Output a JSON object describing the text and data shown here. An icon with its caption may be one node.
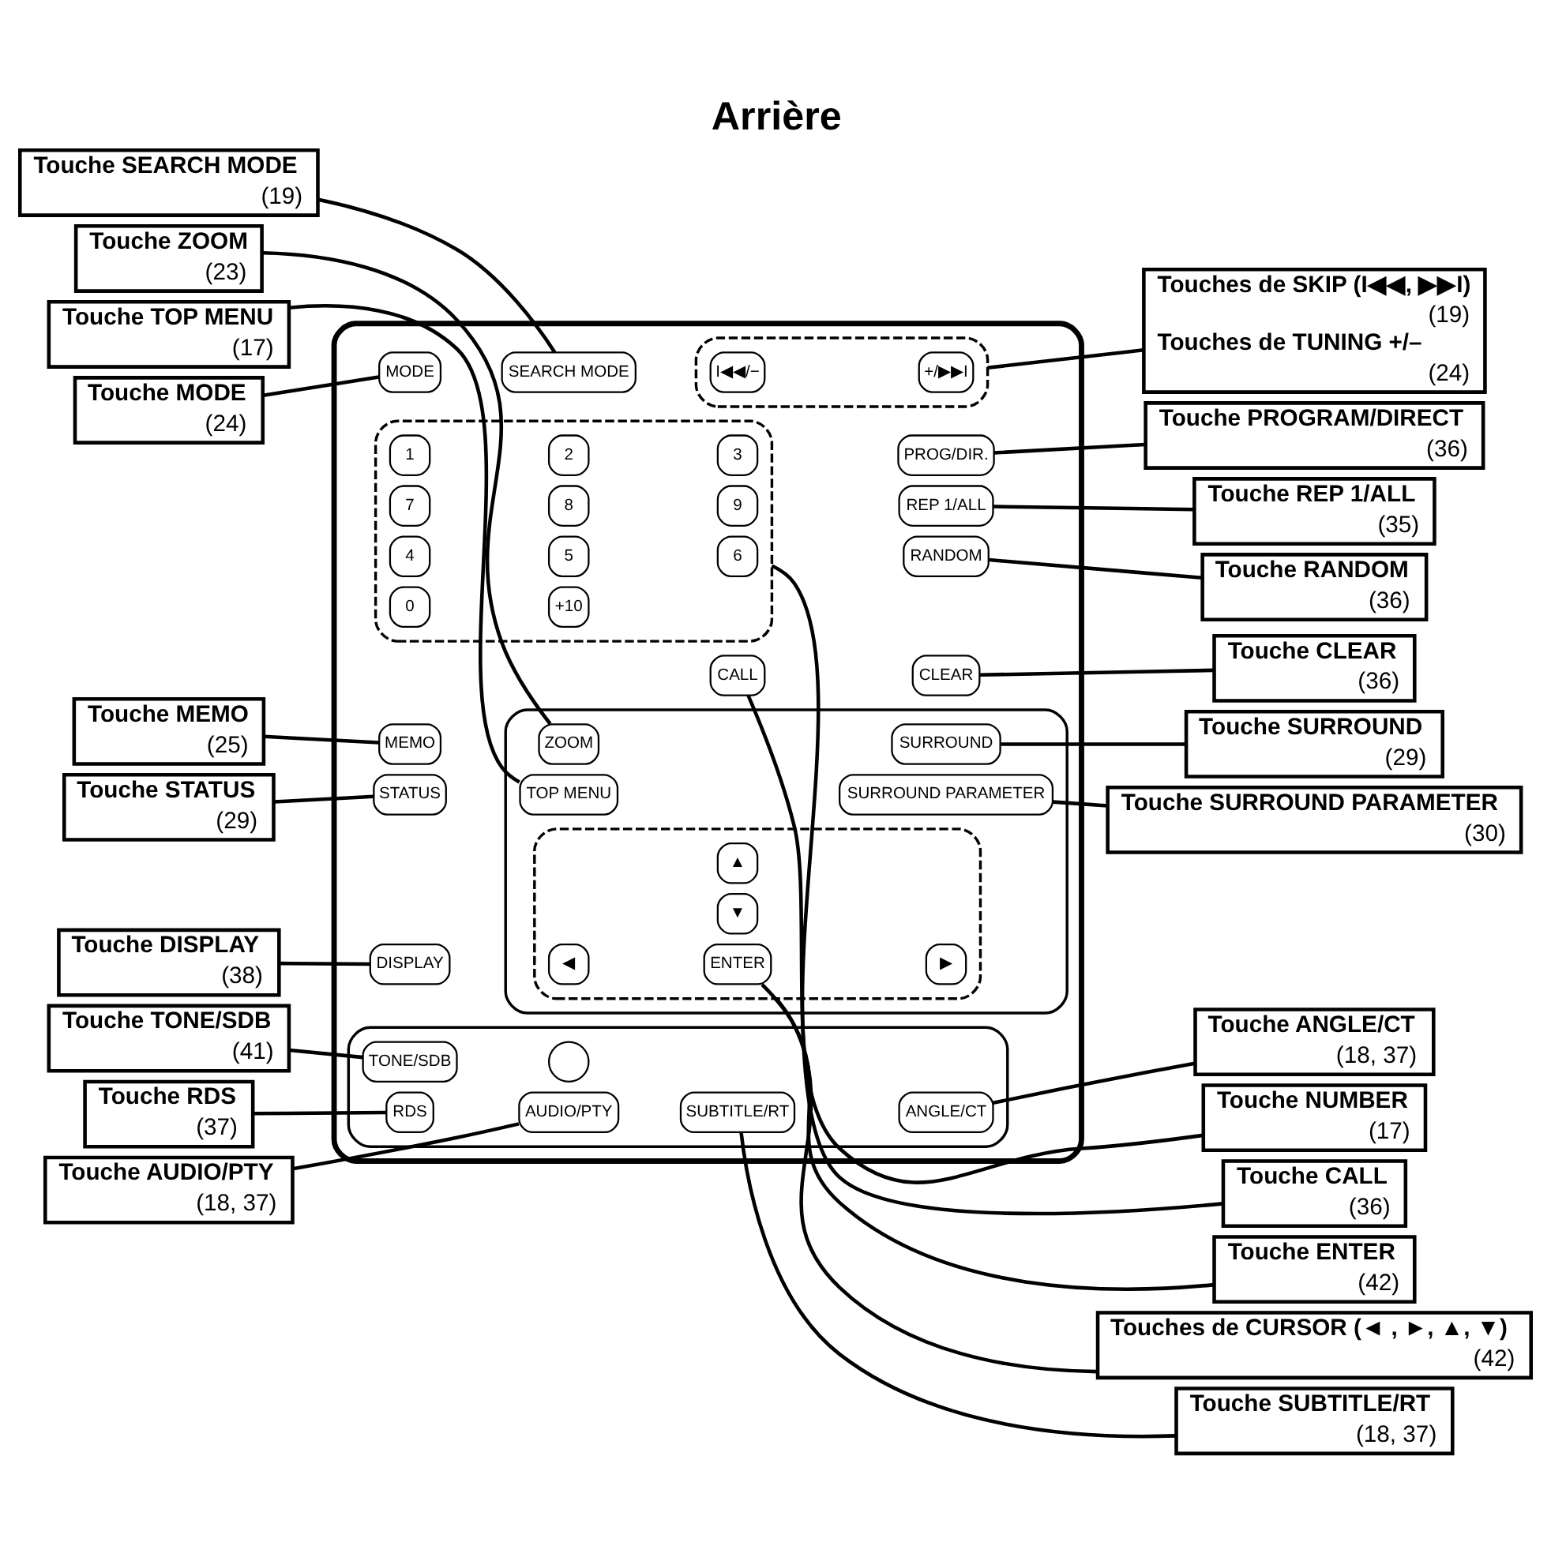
{
  "diagram": {
    "title": "Arrière",
    "nodes": [
      {
        "text": [],
        "shape": "box"
      },
      {
        "text": [],
        "shape": "box",
        "in": 0
      },
      {
        "text": [
          "1"
        ],
        "in": 1
      },
      {
        "text": [
          "2"
        ],
        "in": 1
      },
      {
        "text": [
          "3"
        ],
        "in": 1
      },
      {
        "text": [
          "4"
        ],
        "in": 1
      },
      {
        "text": [
          "5"
        ],
        "in": 1
      },
      {
        "text": [
          "6"
        ],
        "in": 1
      },
      {
        "text": [
          "7"
        ],
        "in": 1
      },
      {
        "text": [
          "8"
        ],
        "in": 1
      },
      {
        "text": [
          "9"
        ],
        "in": 1
      },
      {
        "text": [
          "0"
        ],
        "in": 1
      },
      {
        "text": [
          "+10"
        ],
        "in": 1
      },
      {
        "text": [
          "PROG/DIR."
        ],
        "in": 0
      },
      {
        "text": [
          "RANDOM"
        ],
        "in": 0
      },
      {
        "text": [
          "REP 1/ALL"
        ],
        "in": 0
      },
      {
        "text": [
          "CALL"
        ],
        "in": 0
      },
      {
        "text": [
          "CLEAR"
        ],
        "in": 0
      },
      {
        "text": [
          "MODE"
        ],
        "in": 0
      },
      {
        "text": [
          "SEARCH MODE"
        ],
        "in": 0
      },
      {
        "text": [],
        "shape": "box",
        "in": 0
      },
      {
        "text": [
          "I◀◀/−"
        ],
        "in": 20
      },
      {
        "text": [
          "+/▶▶I"
        ],
        "in": 20
      },
      {
        "text": [
          "MEMO"
        ],
        "in": 0
      },
      {
        "text": [],
        "shape": "box",
        "in": 0
      },
      {
        "text": [
          "ZOOM"
        ],
        "in": 24
      },
      {
        "text": [],
        "shape": "box",
        "in": 24
      },
      {
        "text": [
          "▲"
        ],
        "in": 26
      },
      {
        "text": [
          "SURROUND"
        ],
        "in": 24
      },
      {
        "text": [
          "DISPLAY"
        ],
        "in": 0
      },
      {
        "text": [
          "◀"
        ],
        "in": 26
      },
      {
        "text": [
          "ENTER"
        ],
        "in": 26
      },
      {
        "text": [
          "▶"
        ],
        "in": 26
      },
      {
        "text": [
          "STATUS"
        ],
        "in": 0
      },
      {
        "text": [
          "TOP MENU"
        ],
        "in": 24
      },
      {
        "text": [
          "▼"
        ],
        "in": 26
      },
      {
        "text": [
          "SURROUND PARAMETER"
        ],
        "in": 24
      },
      {
        "text": [],
        "shape": "box",
        "in": 0
      },
      {
        "text": [
          "RDS"
        ],
        "in": 37
      },
      {
        "text": [
          "AUDIO/PTY"
        ],
        "in": 37
      },
      {
        "text": [
          "SUBTITLE/RT"
        ],
        "in": 37
      },
      {
        "text": [
          "ANGLE/CT"
        ],
        "in": 37
      },
      {
        "text": [
          "TONE/SDB"
        ],
        "in": 37
      },
      {
        "text": [],
        "shape": "circle",
        "in": 37
      },
      {
        "text": [
          "Touche NUMBER",
          "(17)"
        ]
      },
      {
        "text": [
          "Touche SEARCH MODE",
          "(19)"
        ]
      },
      {
        "text": [
          "Touche MODE",
          "(24)"
        ]
      },
      {
        "text": [
          "Touche MEMO",
          "(25)"
        ]
      },
      {
        "text": [
          "Touche ZOOM",
          "(23)"
        ]
      },
      {
        "text": [
          "Touche DISPLAY",
          "(38)"
        ]
      },
      {
        "text": [
          "Touche STATUS",
          "(29)"
        ]
      },
      {
        "text": [
          "Touche TOP MENU",
          "(17)"
        ]
      },
      {
        "text": [
          "Touche RDS",
          "(37)"
        ]
      },
      {
        "text": [
          "Touche AUDIO/PTY",
          "(18, 37)"
        ]
      },
      {
        "text": [
          "Touche TONE/SDB",
          "(41)"
        ]
      },
      {
        "text": [
          "Touche PROGRAM/DIRECT",
          "(36)"
        ]
      },
      {
        "text": [
          "Touche RANDOM",
          "(36)"
        ]
      },
      {
        "text": [
          "Touche REP 1/ALL",
          "(35)"
        ]
      },
      {
        "text": [
          "Touche CALL",
          "(36)"
        ]
      },
      {
        "text": [
          "Touche CLEAR",
          "(36)"
        ]
      },
      {
        "text": [
          "Touches de SKIP (I◀◀, ▶▶I)",
          "(19)",
          "Touches de TUNING +/–",
          "(24)"
        ]
      },
      {
        "text": [
          "Touche SURROUND",
          "(29)"
        ]
      },
      {
        "text": [
          "Touche ENTER",
          "(42)"
        ]
      },
      {
        "text": [
          "Touches de CURSOR (◄ , ►, ▲, ▼)",
          "(42)"
        ]
      },
      {
        "text": [
          "Touche SURROUND PARAMETER",
          "(30)"
        ]
      },
      {
        "text": [
          "Touche ANGLE/CT",
          "(18, 37)"
        ]
      },
      {
        "text": [
          "Touche SUBTITLE/RT",
          "(18, 37)"
        ]
      }
    ],
    "edges": [
      {
        "from": 44,
        "to": 1,
        "arrow": "none"
      },
      {
        "from": 45,
        "to": 19,
        "arrow": "none"
      },
      {
        "from": 46,
        "to": 18,
        "arrow": "none"
      },
      {
        "from": 47,
        "to": 23,
        "arrow": "none"
      },
      {
        "from": 48,
        "to": 25,
        "arrow": "none"
      },
      {
        "from": 49,
        "to": 29,
        "arrow": "none"
      },
      {
        "from": 50,
        "to": 33,
        "arrow": "none"
      },
      {
        "from": 51,
        "to": 34,
        "arrow": "none"
      },
      {
        "from": 52,
        "to": 38,
        "arrow": "none"
      },
      {
        "from": 53,
        "to": 39,
        "arrow": "none"
      },
      {
        "from": 54,
        "to": 42,
        "arrow": "none"
      },
      {
        "from": 55,
        "to": 13,
        "arrow": "none"
      },
      {
        "from": 56,
        "to": 14,
        "arrow": "none"
      },
      {
        "from": 57,
        "to": 15,
        "arrow": "none"
      },
      {
        "from": 58,
        "to": 16,
        "arrow": "none"
      },
      {
        "from": 59,
        "to": 17,
        "arrow": "none"
      },
      {
        "from": 60,
        "to": 20,
        "arrow": "none"
      },
      {
        "from": 61,
        "to": 28,
        "arrow": "none"
      },
      {
        "from": 62,
        "to": 31,
        "arrow": "none"
      },
      {
        "from": 63,
        "to": 26,
        "arrow": "none"
      },
      {
        "from": 64,
        "to": 36,
        "arrow": "none"
      },
      {
        "from": 65,
        "to": 41,
        "arrow": "none"
      },
      {
        "from": 66,
        "to": 40,
        "arrow": "none"
      }
    ]
  }
}
